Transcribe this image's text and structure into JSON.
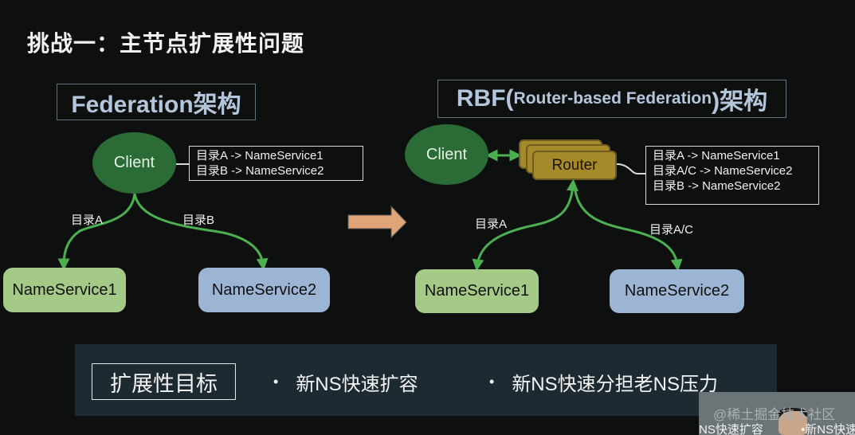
{
  "slide": {
    "title": "挑战一：主节点扩展性问题"
  },
  "federation": {
    "section_title": "Federation架构",
    "client_label": "Client",
    "mapping": [
      "目录A -> NameService1",
      "目录B -> NameService2"
    ],
    "edge_labels": {
      "left": "目录A",
      "right": "目录B"
    },
    "nameservices": [
      "NameService1",
      "NameService2"
    ]
  },
  "transition_arrow": "right-arrow-icon",
  "rbf": {
    "section_title_prefix": "RBF(",
    "section_title_middle": "Router-based Federation",
    "section_title_suffix": ")架构",
    "client_label": "Client",
    "router_label": "Router",
    "mapping": [
      "目录A -> NameService1",
      "目录A/C -> NameService2",
      "目录B -> NameService2"
    ],
    "edge_labels": {
      "left": "目录A",
      "right": "目录A/C"
    },
    "nameservices": [
      "NameService1",
      "NameService2"
    ]
  },
  "goals": {
    "label": "扩展性目标",
    "items": [
      "新NS快速扩容",
      "新NS快速分担老NS压力"
    ],
    "bullet": "•"
  },
  "watermark": {
    "text": "@稀土掘金技术社区",
    "caption_left": "NS快速扩容",
    "caption_right": "•新NS快速"
  },
  "colors": {
    "background": "#0d100f",
    "client_green": "#2a6b36",
    "arrow_green": "#4caf50",
    "ns_green": "#a5c987",
    "ns_blue": "#9db5d4",
    "router_gold": "#a68a2a",
    "transition_arrow": "#e0a478",
    "title_blue": "#b4c6dc",
    "panel": "#1e2a32"
  }
}
